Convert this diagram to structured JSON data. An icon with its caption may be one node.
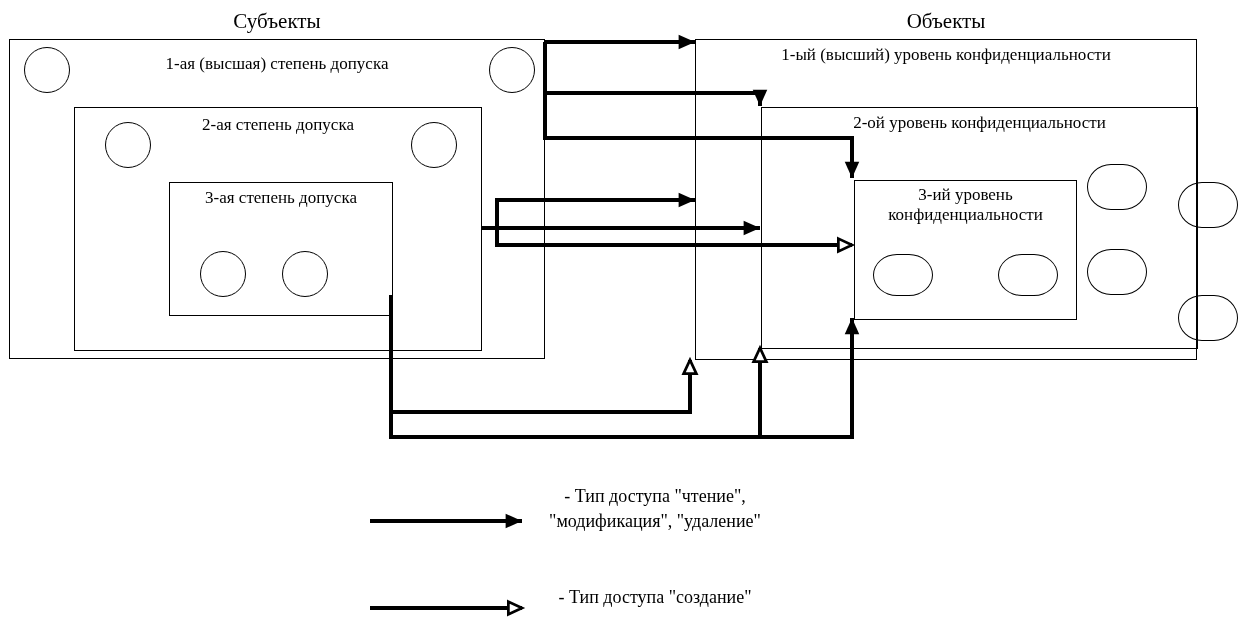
{
  "diagram": {
    "nodes": [
      {
        "text": [
          "Субъекты",
          "1-ая (высшая) степень допуска"
        ]
      },
      {
        "text": [],
        "shape": "circle",
        "in": 0
      },
      {
        "text": [],
        "shape": "circle",
        "in": 0
      },
      {
        "text": [
          "2-ая степень допуска"
        ],
        "in": 0
      },
      {
        "text": [],
        "shape": "circle",
        "in": 3
      },
      {
        "text": [],
        "shape": "circle",
        "in": 3
      },
      {
        "text": [
          "3-ая степень допуска"
        ],
        "in": 3
      },
      {
        "text": [],
        "shape": "circle",
        "in": 6
      },
      {
        "text": [],
        "shape": "circle",
        "in": 6
      },
      {
        "text": [
          "Объекты",
          "1-ый (высший) уровень конфиденциальности"
        ]
      },
      {
        "text": [
          "2-ой уровень конфиденциальности"
        ],
        "in": 9
      },
      {
        "text": [
          "3-ий уровень конфиденциальности"
        ],
        "in": 10
      },
      {
        "text": [],
        "shape": "oval",
        "in": 11
      },
      {
        "text": [],
        "shape": "oval",
        "in": 11
      },
      {
        "text": [],
        "shape": "oval",
        "in": 10
      },
      {
        "text": [],
        "shape": "oval",
        "in": 10
      },
      {
        "text": [],
        "shape": "oval"
      },
      {
        "text": [],
        "shape": "oval"
      }
    ],
    "edges": [
      {
        "from": 0,
        "to": 9,
        "arrow": "to"
      },
      {
        "from": 0,
        "to": 10,
        "arrow": "to"
      },
      {
        "from": 0,
        "to": 11,
        "arrow": "to"
      },
      {
        "from": 3,
        "to": 9,
        "arrow": "to"
      },
      {
        "from": 3,
        "to": 10,
        "arrow": "to"
      },
      {
        "from": 3,
        "to": 11,
        "arrow": "to"
      },
      {
        "from": 6,
        "to": 9,
        "arrow": "to"
      },
      {
        "from": 6,
        "to": 10,
        "arrow": "to"
      },
      {
        "from": 6,
        "to": 11,
        "arrow": "to"
      }
    ],
    "legend": [
      {
        "text": "- Тип доступа \"чтение\", \"модификация\", \"удаление\""
      },
      {
        "text": "- Тип доступа \"создание\""
      }
    ]
  }
}
